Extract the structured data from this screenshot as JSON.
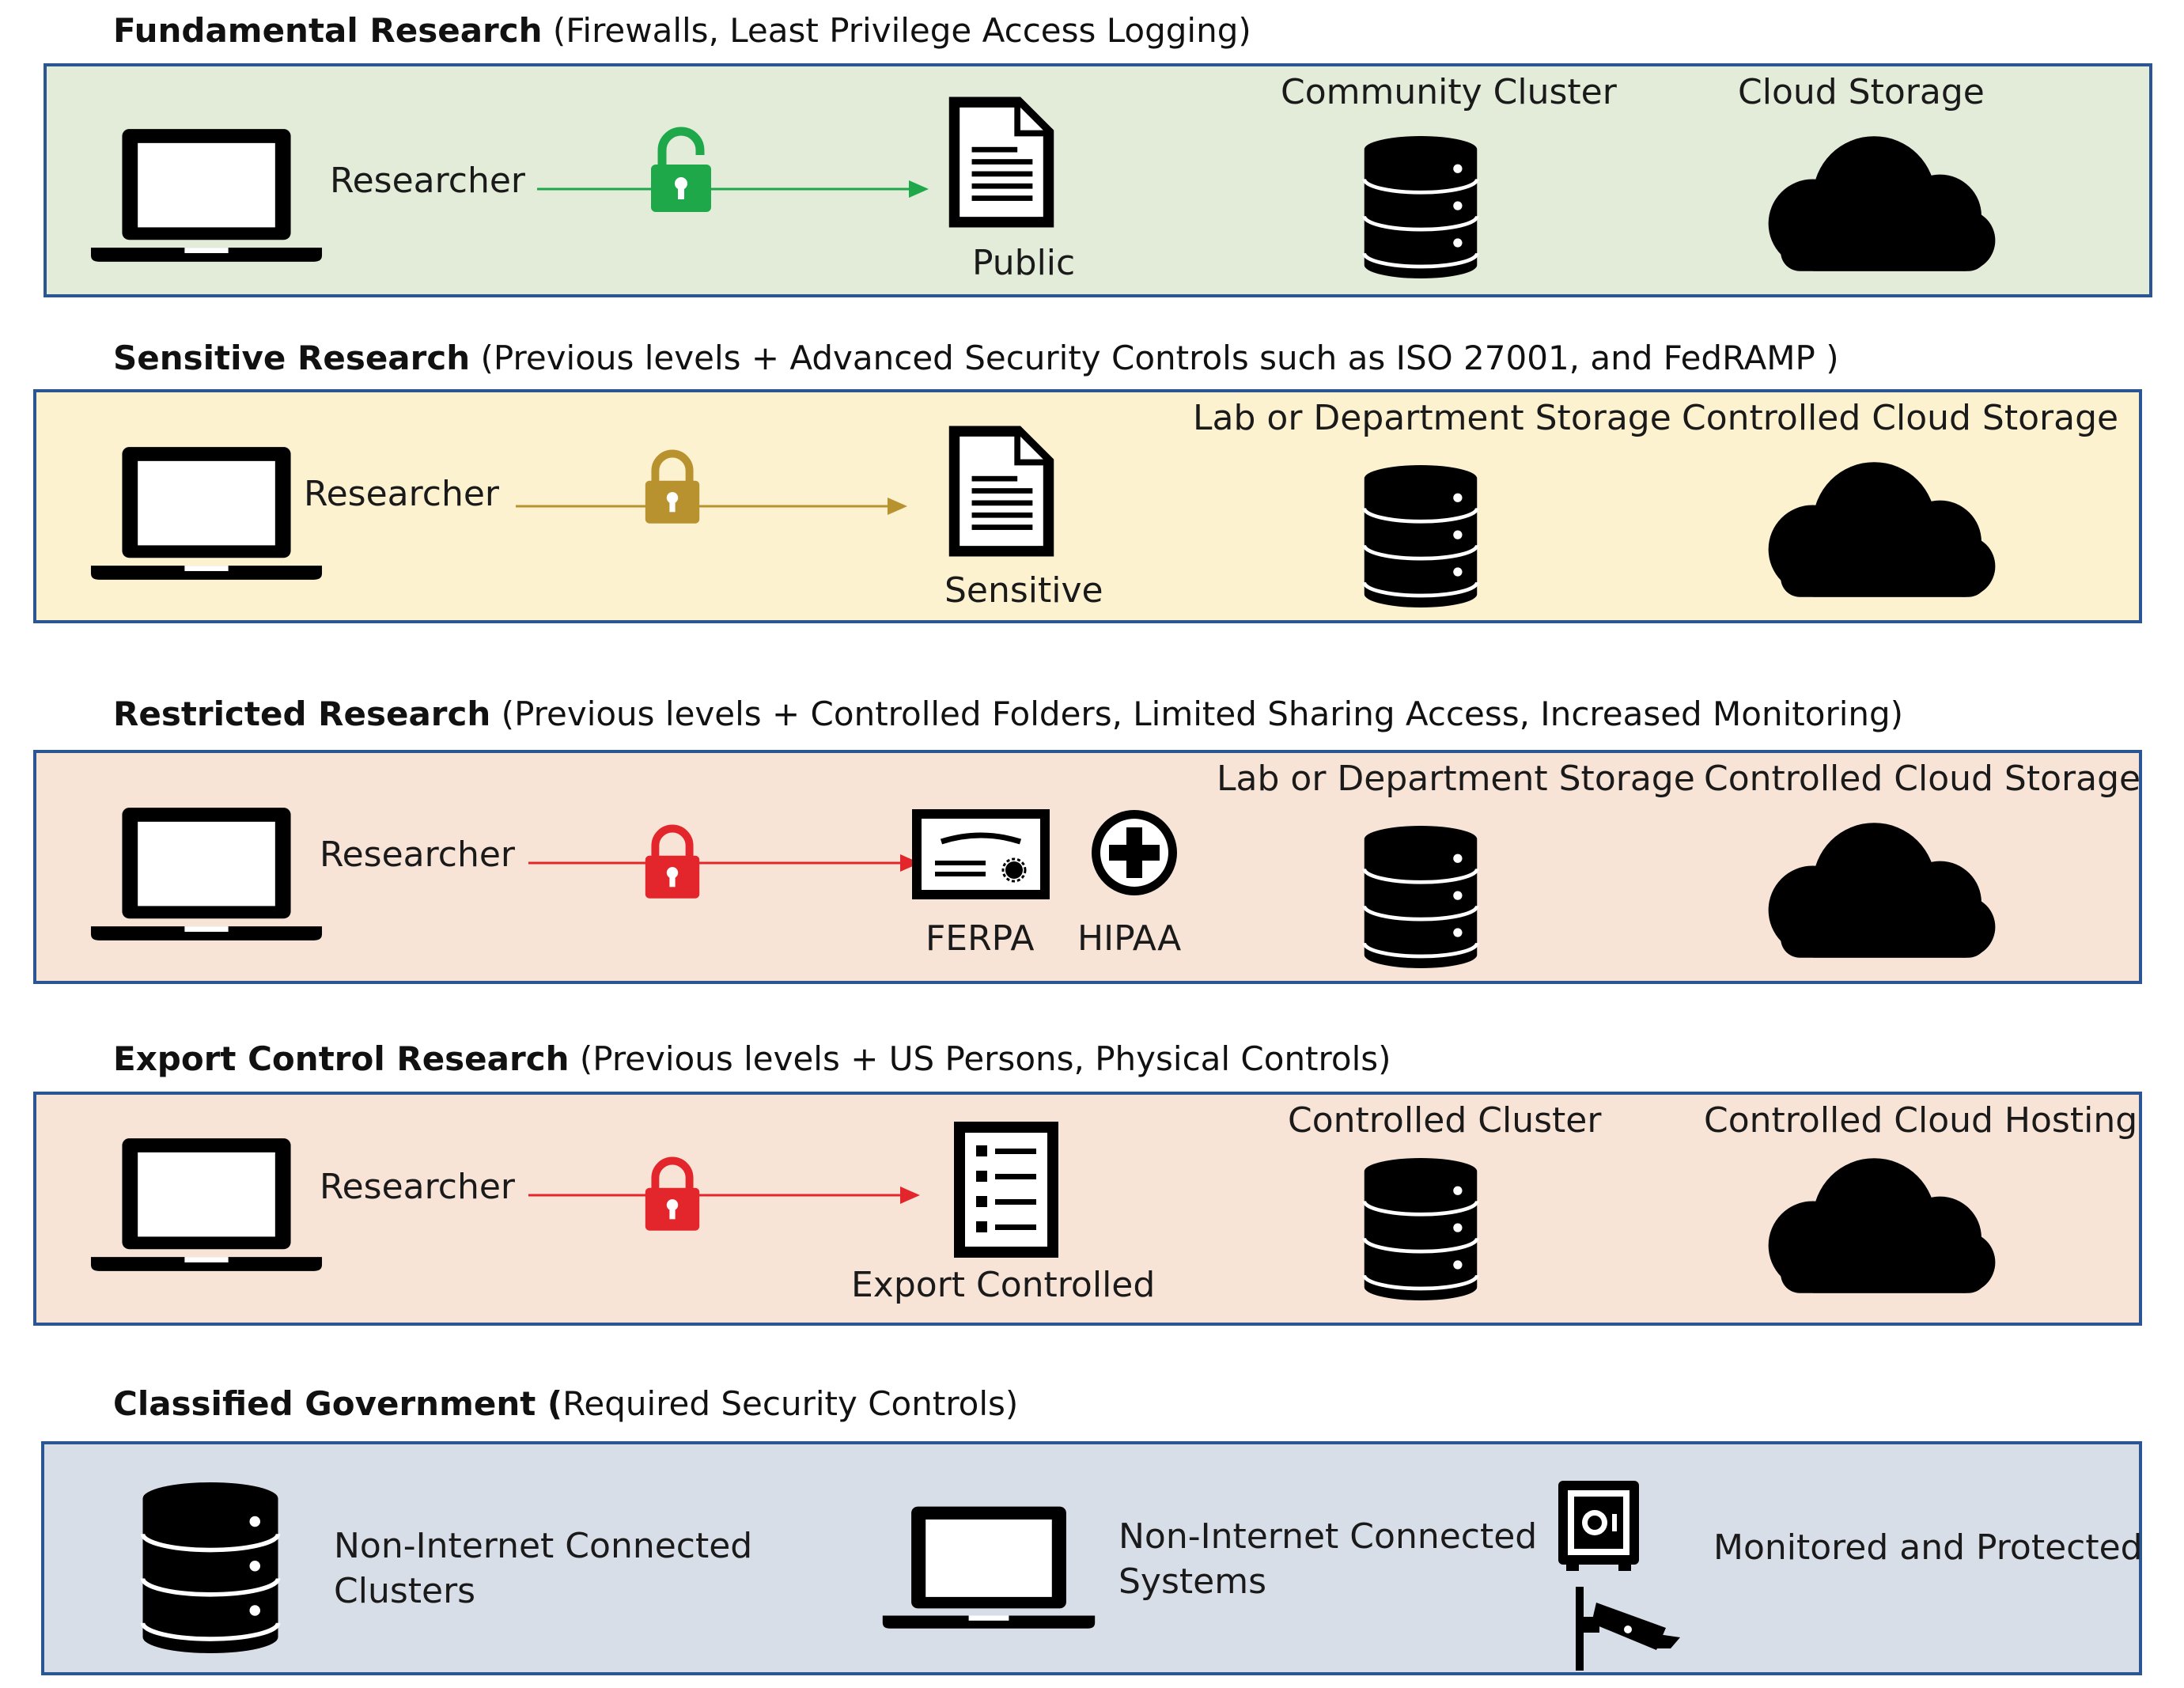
{
  "colors": {
    "border": "#2c5593",
    "fundamental_bg": "#e2ecd9",
    "sensitive_bg": "#fdf2d0",
    "restricted_bg": "#f8e4d6",
    "export_bg": "#f8e4d6",
    "classified_bg": "#d8dee8",
    "lock_green": "#1fa84a",
    "lock_gold": "#b8922e",
    "lock_red": "#e3262b",
    "icon": "#000000"
  },
  "tiers": {
    "fundamental": {
      "title_bold": "Fundamental Research",
      "title_rest": " (Firewalls, Least Privilege Access Logging)",
      "researcher": "Researcher",
      "data_label": "Public",
      "storage1": "Community Cluster",
      "storage2": "Cloud Storage"
    },
    "sensitive": {
      "title_bold": "Sensitive Research",
      "title_rest": " (Previous levels + Advanced Security Controls such as ISO 27001, and FedRAMP )",
      "researcher": "Researcher",
      "data_label": "Sensitive",
      "storage1": "Lab or Department Storage",
      "storage2": "Controlled Cloud Storage"
    },
    "restricted": {
      "title_bold": "Restricted Research",
      "title_rest": " (Previous levels + Controlled Folders, Limited Sharing Access, Increased Monitoring)",
      "researcher": "Researcher",
      "data_label_1": "FERPA",
      "data_label_2": "HIPAA",
      "storage1": "Lab or Department Storage",
      "storage2": "Controlled Cloud Storage"
    },
    "export": {
      "title_bold": "Export Control Research",
      "title_rest": " (Previous levels + US Persons, Physical Controls)",
      "researcher": "Researcher",
      "data_label": "Export Controlled",
      "storage1": "Controlled Cluster",
      "storage2": "Controlled Cloud Hosting"
    },
    "classified": {
      "title_bold": "Classified Government (",
      "title_rest": "Required Security Controls)",
      "clusters_line1": "Non-Internet Connected",
      "clusters_line2": "Clusters",
      "systems_line1": "Non-Internet Connected",
      "systems_line2": "Systems",
      "monitored": "Monitored and Protected"
    }
  },
  "icons": {
    "computer": "laptop-icon",
    "lock_open": "unlocked-padlock-icon",
    "lock_closed": "locked-padlock-icon",
    "document": "document-icon",
    "certificate": "certificate-icon",
    "medical": "medical-cross-icon",
    "checklist": "checklist-icon",
    "database": "database-icon",
    "cloud": "cloud-icon",
    "safe": "safe-icon",
    "camera": "security-camera-icon"
  }
}
